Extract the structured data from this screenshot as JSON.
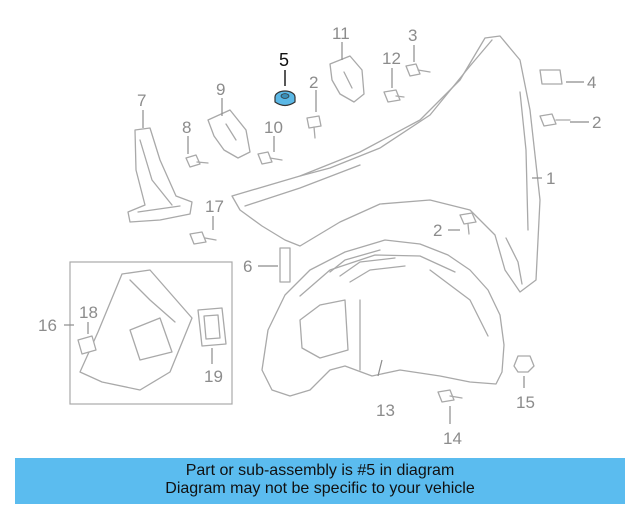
{
  "diagram": {
    "callouts": [
      "1",
      "2",
      "2",
      "2",
      "3",
      "4",
      "5",
      "6",
      "7",
      "8",
      "9",
      "10",
      "11",
      "12",
      "13",
      "14",
      "15",
      "16",
      "17",
      "18",
      "19"
    ],
    "highlight_color": "#5bb8e6",
    "line_color": "#a9a9a9"
  },
  "banner": {
    "line1": "Part or sub-assembly is #5 in diagram",
    "line2": "Diagram may not be specific to your vehicle",
    "background": "#5bbcef"
  }
}
